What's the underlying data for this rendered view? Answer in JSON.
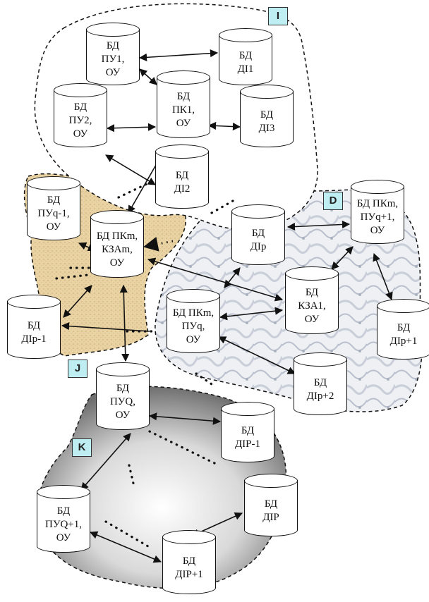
{
  "regions": {
    "I": "I",
    "D": "D",
    "J": "J",
    "K": "K"
  },
  "nodes": {
    "pu1": [
      "БД",
      "ПУ1,",
      "ОУ"
    ],
    "di1": [
      "БД",
      "ДІ1"
    ],
    "pu2": [
      "БД",
      "ПУ2,",
      "ОУ"
    ],
    "pk1": [
      "БД",
      "ПК1,",
      "ОУ"
    ],
    "di3": [
      "БД",
      "ДІ3"
    ],
    "di2": [
      "БД",
      "ДІ2"
    ],
    "puq1": [
      "БД",
      "ПУq-1,",
      "ОУ"
    ],
    "pkm_kza": [
      "БД ПКm,",
      "КЗАm,",
      "ОУ"
    ],
    "dip": [
      "БД",
      "ДІp"
    ],
    "pkm_puq1": [
      "БД ПКm,",
      "ПУq+1,",
      "ОУ"
    ],
    "dip1": [
      "БД",
      "ДІp-1"
    ],
    "pkm_puq": [
      "БД ПКm,",
      "ПУq,",
      "ОУ"
    ],
    "kza1": [
      "БД",
      "КЗА1,",
      "ОУ"
    ],
    "dip_plus1": [
      "БД",
      "ДІp+1"
    ],
    "dip_plus2": [
      "БД",
      "ДІp+2"
    ],
    "puQ": [
      "БД",
      "ПУQ,",
      "ОУ"
    ],
    "diP1": [
      "БД",
      "ДІP-1"
    ],
    "diP": [
      "БД",
      "ДІP"
    ],
    "puQ1": [
      "БД",
      "ПУQ+1,",
      "ОУ"
    ],
    "diPplus1": [
      "БД",
      "ДІP+1"
    ]
  }
}
